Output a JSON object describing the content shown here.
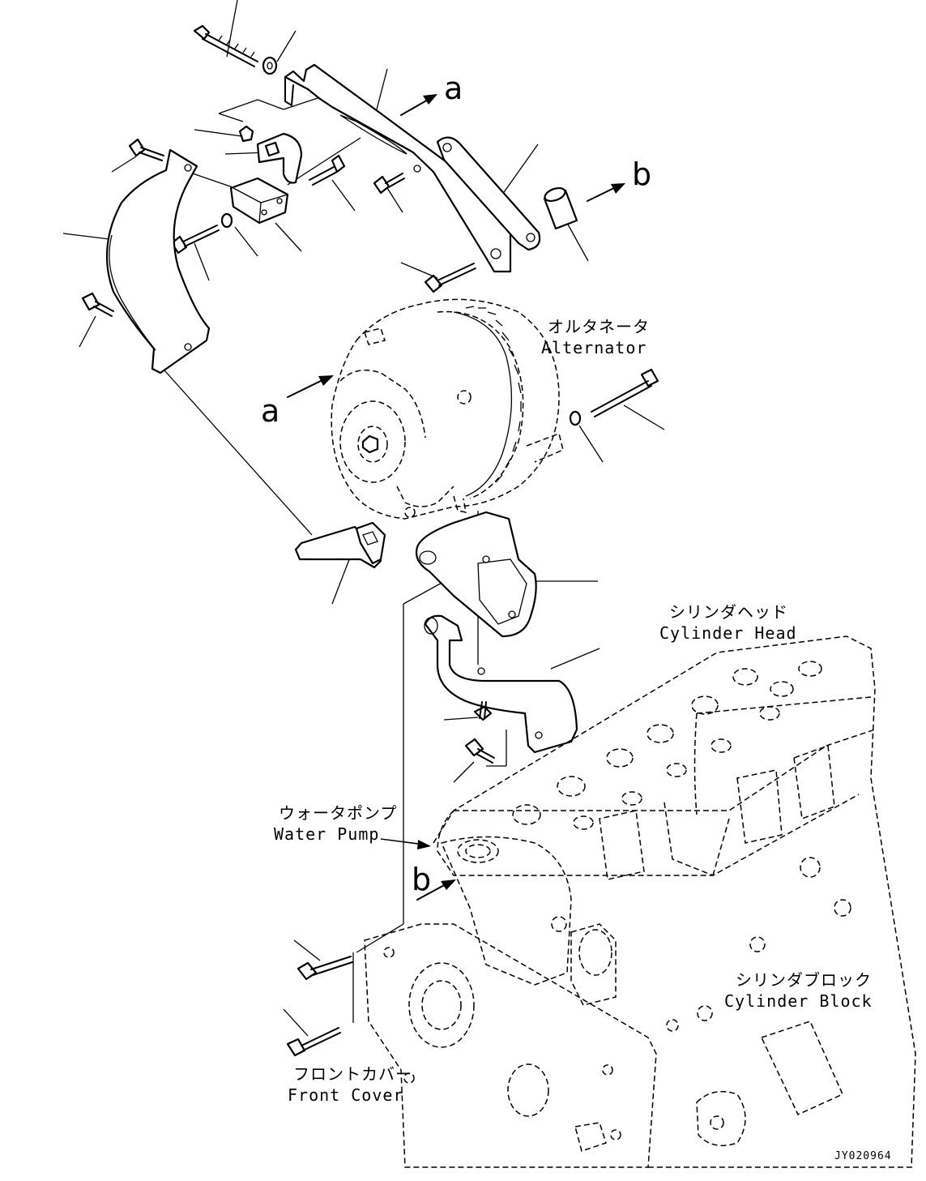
{
  "labels": {
    "alternator_jp": "オルタネータ",
    "alternator_en": "Alternator",
    "cylinder_head_jp": "シリンダヘッド",
    "cylinder_head_en": "Cylinder Head",
    "water_pump_jp": "ウォータポンプ",
    "water_pump_en": "Water Pump",
    "cylinder_block_jp": "シリンダブロック",
    "cylinder_block_en": "Cylinder Block",
    "front_cover_jp": "フロントカバー",
    "front_cover_en": "Front Cover"
  },
  "arrow_markers": {
    "a_top": "a",
    "b_top": "b",
    "a_alternator": "a",
    "b_waterpump": "b"
  },
  "drawing_code": "JY020964"
}
